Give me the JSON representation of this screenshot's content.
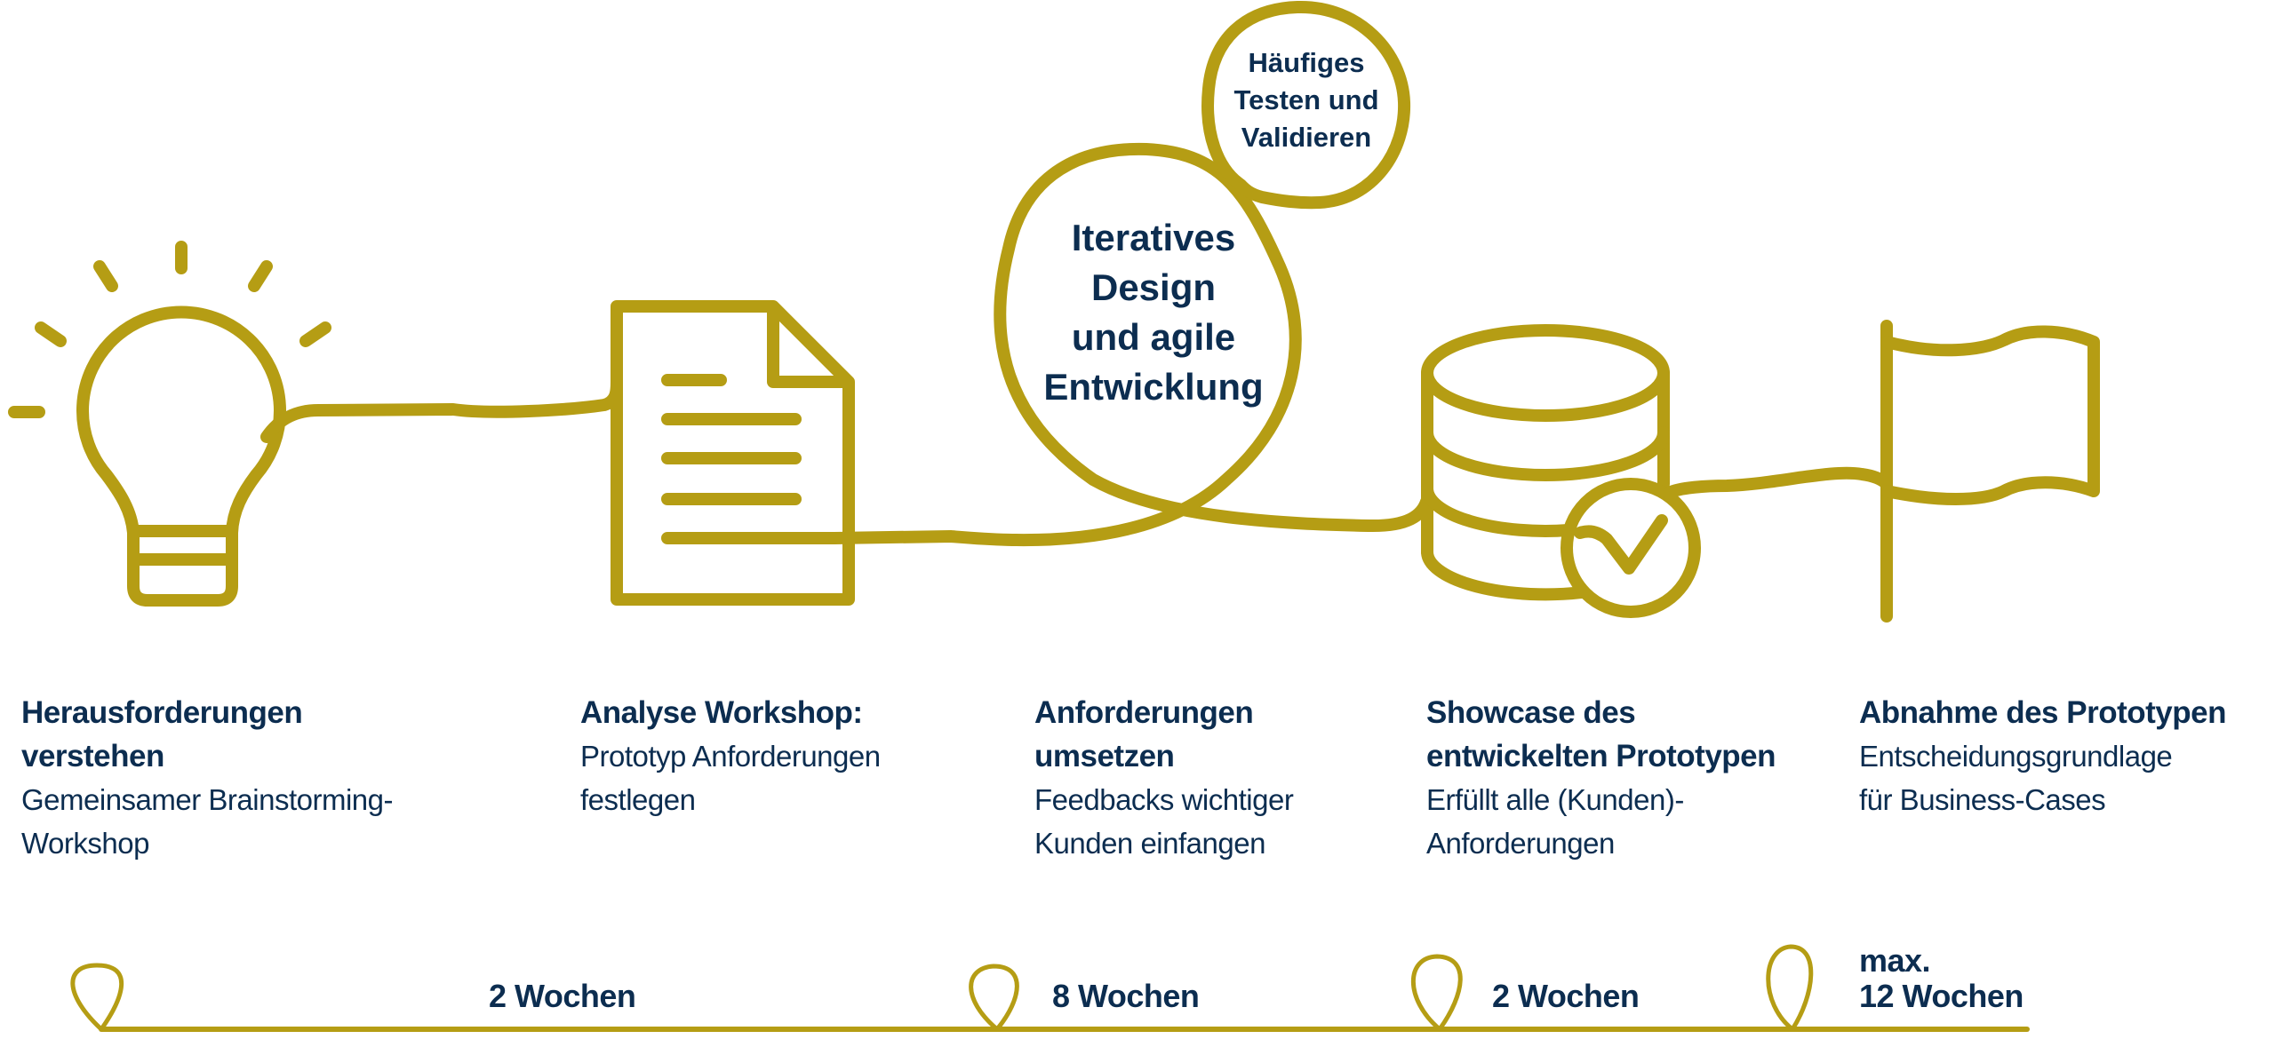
{
  "colors": {
    "accent": "#b59d14",
    "text": "#0c2d50"
  },
  "icons": [
    "lightbulb-icon",
    "document-icon",
    "database-check-icon",
    "flag-icon"
  ],
  "bubbles": {
    "small": [
      "Häufiges",
      "Testen und",
      "Validieren"
    ],
    "large": [
      "Iteratives",
      "Design",
      "und agile",
      "Entwicklung"
    ]
  },
  "steps": [
    {
      "title": "Herausforderungen verstehen",
      "description": [
        "Gemeinsamer Brainstorming-",
        "Workshop"
      ]
    },
    {
      "title": "Analyse Workshop:",
      "description": [
        "Prototyp Anforderungen",
        "festlegen"
      ]
    },
    {
      "title_lines": [
        "Anforderungen",
        "umsetzen"
      ],
      "description": [
        "Feedbacks wichtiger",
        "Kunden einfangen"
      ]
    },
    {
      "title_lines": [
        "Showcase des",
        "entwickelten Prototypen"
      ],
      "description": [
        "Erfüllt alle (Kunden)-",
        "Anforderungen"
      ]
    },
    {
      "title": "Abnahme des Prototypen",
      "description": [
        "Entscheidungsgrundlage",
        "für Business-Cases"
      ]
    }
  ],
  "timeline": {
    "durations": [
      "2 Wochen",
      "8 Wochen",
      "2 Wochen"
    ],
    "total": [
      "max.",
      "12 Wochen"
    ]
  }
}
